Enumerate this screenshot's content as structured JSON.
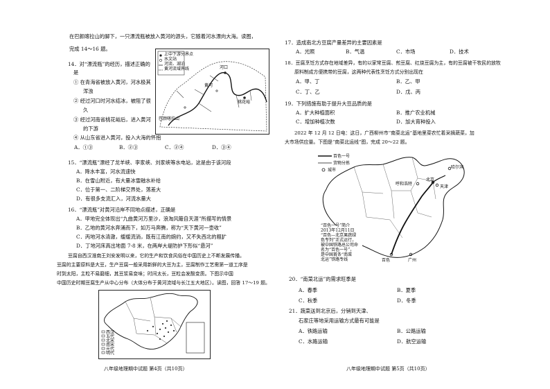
{
  "left": {
    "intro": [
      "在巴颜喀拉山的脚下，一只漂流瓶被放入黄河的源头，它随着河水漂向大海。读图，",
      "完成 14～16 题。"
    ],
    "q14": {
      "stem": [
        "14．对“漂流瓶”的经历，描述正确的",
        "是"
      ],
      "statements": [
        "① 在青海省被放入黄河，河水极其",
        "浑浊",
        "② 经过河口时河水结冰，被阻了很",
        "久",
        "③ 经过河南省桃花峪后，进入黄河",
        "的下游",
        "④ 从山东省进入黄河，投入大海的怀抱"
      ],
      "options": [
        "A．①③",
        "B．②③",
        "C．②④",
        "D．③④"
      ]
    },
    "map1_legend": [
      "上中下游分界点",
      "水文站",
      "河流、湖泊",
      "黄河流域界线"
    ],
    "map1_labels": [
      "巴颜喀拉山",
      "河口",
      "桃花峪",
      "黄河"
    ],
    "q15": {
      "stem": "15．“漂流瓶”漂经了龙羊峡、李家峡、刘家峡等水电站，这是由于该河段",
      "options": [
        "A．降水丰富，河水流速快",
        "B．在雪山附近，有大量冰雪融水补给",
        "C．位于第一、二阶梯交界处，落差大",
        "D．有很多支流汇入，河流水量大"
      ]
    },
    "q16": {
      "stem": "16．“漂流瓶”对黄河沿岸不同地点描述，正确是",
      "options": [
        "A．甲地完全体现出“九曲黄河万里沙，浪淘风簸自天涯”所描写的情景",
        "B．乙地的黄河水奔涌而下，如万马奔腾，称为“天下黄河一壶收”",
        "C．丙地河水清澈，缓缓流淌，既有江南的婉约，又不失西北的粗犷",
        "D．丁地河床高出地面 7-8 米，在两岸大堤防护下形似“悬河”"
      ]
    },
    "passage": [
      "豆腐自西汉淮南王刘安发明以来，它的生产和饮食风俗在中国历史上不断发展传播。",
      "豆腐的主要原料是大豆，生产豆腐一般采用新鲜的大豆为主，豆腐制作工艺需第一道工序是",
      "时到太阳，主粒不易磨细，其豆浆易变味；时间太长，豆粒会发酸变质。下图示中国",
      "中国历史时期豆腐生产从中心分布（大体分布于黄河流域与长江五大地区）。读图，回答 17～19 题。"
    ],
    "map2_legend": [
      "西汉",
      "五代",
      "北宋",
      "南宋",
      "元代",
      "明代",
      "清代"
    ],
    "footer": "八年级地理期中试题  第4页（共10页）"
  },
  "right": {
    "q17": {
      "stem": "17．造成南北方豆腐产量差异的主要因素是",
      "options": [
        "A．光照",
        "B．气温",
        "C．市场",
        "D．技术"
      ]
    },
    "q18": {
      "stem": [
        "18．豆腐烹饪方式存在地域差异，有的以家常豆腐、煎豆腐、红烧豆腐为主，有的豆腐被干牧民的放牧",
        "原料制成方便携带的豆腐，这两种代表性烹饪方式分别出现在"
      ],
      "options": [
        "A．甲、丁",
        "B．乙、甲",
        "C．丁、乙",
        "D．戊、丙"
      ]
    },
    "q19": {
      "stem": "19．下列措施有助于提升大豆品质的是",
      "options": [
        "A．扩大种植面积",
        "B．推广农业机械",
        "C．增加种植次数",
        "D．加大育种投入"
      ]
    },
    "news": [
      "2022 年 12 月 12 日电：这日，广西柳州市“南菜北运”基地里菜农忙着采摘蔬菜，加",
      "大市场供应量。下图是“南菜北运线”图，完成 20～22 题。"
    ],
    "map_legend": [
      "百色一号",
      "货物分拣",
      "城市"
    ],
    "map_labels": [
      "哈尔滨",
      "呼和浩特",
      "北京",
      "天津",
      "百色",
      "广州"
    ],
    "map_note": [
      "“百色一号”简介",
      "2013年12月11日",
      "“百色—北京果蔬绿",
      "色专列”正式运行，",
      "被中国铁路总公司命",
      "名为“百色一号”，",
      "是中国首条“南菜",
      "北运”铁路专线"
    ],
    "q20": {
      "stem": "20．“南菜北运”的需求旺季是",
      "options": [
        "A．春季",
        "B．夏季",
        "C．秋季",
        "D．冬季"
      ]
    },
    "q21": {
      "stem": [
        "21．蔬菜送到北京后，分销到天津、",
        "石家庄等地采用运输方式最有可能是"
      ],
      "options": [
        "A．铁路运输",
        "B．公路运输",
        "C．水路运输",
        "D．航空运输"
      ]
    },
    "footer": "八年级地理期中试题  第5页（共10页）"
  }
}
